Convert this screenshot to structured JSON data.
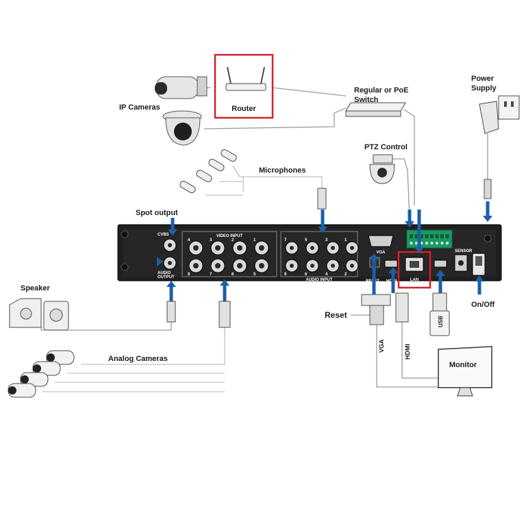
{
  "labels": {
    "ip_cameras": "IP Cameras",
    "router": "Router",
    "switch": "Regular or PoE\nSwitch",
    "power_supply": "Power\nSupply",
    "ptz_control": "PTZ Control",
    "microphones": "Microphones",
    "spot_output": "Spot output",
    "speaker": "Speaker",
    "analog_cameras": "Analog Cameras",
    "reset": "Reset",
    "on_off": "On/Off",
    "monitor": "Monitor",
    "vga_cable": "VGA",
    "hdmi_cable": "HDMI",
    "usb": "USB"
  },
  "panel": {
    "cvbs": "CVBS",
    "audio_output": "AUDIO\nOUTPUT",
    "video_input": "VIDEO INPUT",
    "audio_input": "AUDIO INPUT",
    "vga": "VGA",
    "reset": "RESET",
    "hdmi": "HDMI",
    "lan": "LAN",
    "sensor": "SENSOR",
    "video_numbers_top": [
      "4",
      "3",
      "2",
      "1"
    ],
    "video_numbers_bottom": [
      "8",
      "7",
      "6",
      "5"
    ],
    "audio_numbers_top": [
      "7",
      "5",
      "3",
      "1"
    ],
    "audio_numbers_bottom": [
      "8",
      "6",
      "4",
      "2"
    ]
  },
  "colors": {
    "highlight": "#d62027",
    "arrow": "#1c5ea8",
    "panel": "#222222",
    "wire": "#9a9a9a"
  }
}
